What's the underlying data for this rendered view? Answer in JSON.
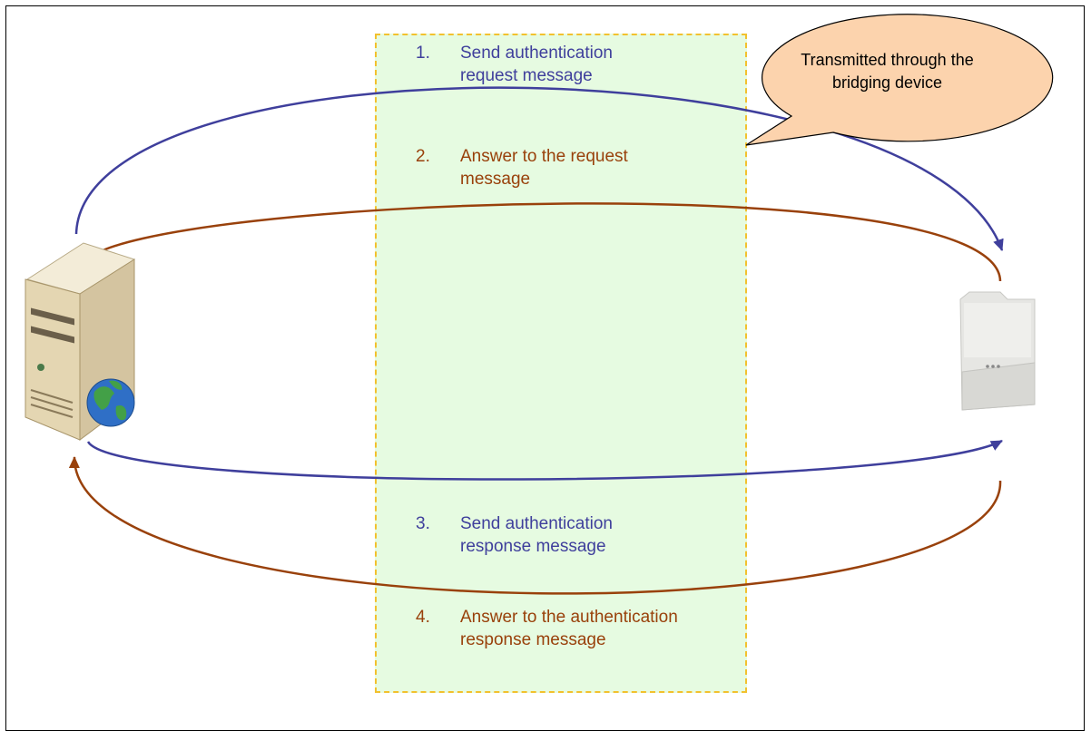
{
  "steps": [
    {
      "number": "1.",
      "text": "Send authentication request message",
      "color": "#3f3f9c"
    },
    {
      "number": "2.",
      "text": "Answer to the request message",
      "color": "#99410b"
    },
    {
      "number": "3.",
      "text": "Send authentication response message",
      "color": "#3f3f9c"
    },
    {
      "number": "4.",
      "text": "Answer to the authentication response message",
      "color": "#99410b"
    }
  ],
  "callout": {
    "text": "Transmitted through the bridging device",
    "fill": "#fcd3ad"
  },
  "nodes": {
    "left": {
      "icon": "web-server-icon"
    },
    "right": {
      "icon": "bridging-device-icon"
    }
  },
  "colors": {
    "band_fill": "#e6fbe1",
    "band_border": "#f2c12e",
    "blue_arrow": "#3f3f9c",
    "brown_arrow": "#99410b"
  }
}
